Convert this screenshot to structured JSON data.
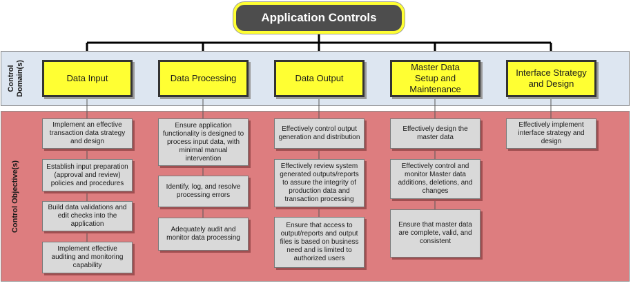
{
  "title": "Application Controls",
  "band_labels": {
    "domains": "Control\nDomain(s)",
    "objectives": "Control Objective(s)"
  },
  "domains": [
    {
      "label": "Data Input",
      "objectives": [
        "Implement an effective transaction data strategy and design",
        "Establish input preparation (approval and review) policies and procedures",
        "Build data validations and edit checks into the application",
        "Implement effective auditing and monitoring capability"
      ]
    },
    {
      "label": "Data Processing",
      "objectives": [
        "Ensure application functionality is designed to process input data, with minimal manual intervention",
        "Identify, log, and resolve processing errors",
        "Adequately audit and monitor data processing"
      ]
    },
    {
      "label": "Data Output",
      "objectives": [
        "Effectively control output generation and distribution",
        "Effectively review system generated outputs/reports to assure the integrity of production data and transaction processing",
        "Ensure that access to output/reports and output files is based on business need and is limited to authorized users"
      ]
    },
    {
      "label": "Master Data\nSetup and\nMaintenance",
      "objectives": [
        "Effectively design the master data",
        "Effectively control and monitor Master data additions, deletions, and changes",
        "Ensure that master data are complete, valid, and consistent"
      ]
    },
    {
      "label": "Interface Strategy\nand Design",
      "objectives": [
        "Effectively implement interface strategy and design"
      ]
    }
  ]
}
